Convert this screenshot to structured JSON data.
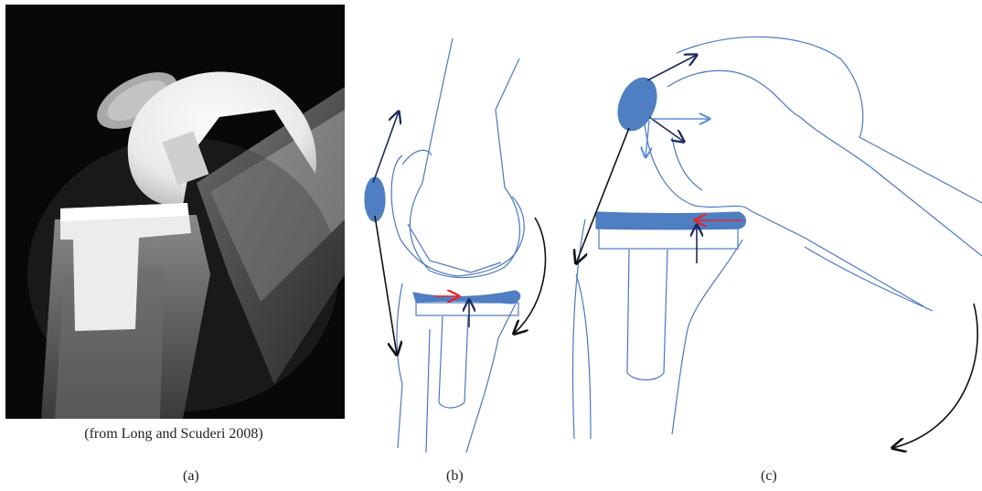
{
  "panels": [
    {
      "id": "a",
      "label": "(a)",
      "credit": "(from Long and Scuderi 2008)"
    },
    {
      "id": "b",
      "label": "(b)"
    },
    {
      "id": "c",
      "label": "(c)"
    }
  ],
  "colors": {
    "outline": "#4a78c2",
    "implant_fill": "#4f7fc2",
    "force_dark": "#1c2a5e",
    "force_black": "#111111",
    "force_red": "#e0262e",
    "force_light": "#5b8bd0",
    "xray_bg": "#080808"
  }
}
